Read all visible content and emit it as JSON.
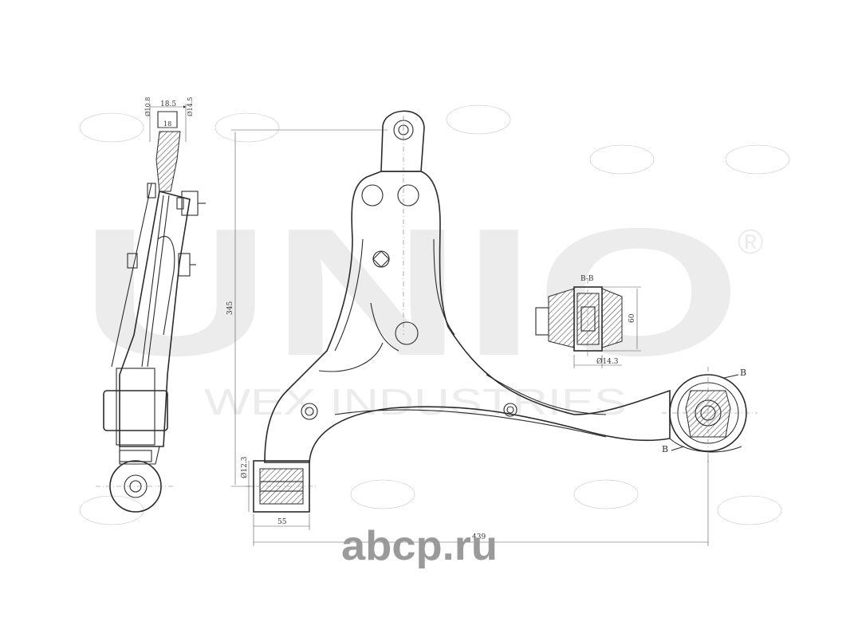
{
  "watermark": {
    "brand": "UNIO",
    "registered": "®",
    "subtitle": "WEX INDUSTRIES"
  },
  "logo": {
    "text": "abcp.ru"
  },
  "dimensions": {
    "side_width": "18.5",
    "side_hole": "Ø10.8",
    "side_od": "Ø14.5",
    "side_small": "18",
    "height": "345",
    "section_label": "B-B",
    "section_height": "60",
    "section_dia": "Ø14.3",
    "bush_dia": "Ø12.3",
    "bush_len": "55",
    "total_len": "439",
    "section_mark_top": "B",
    "section_mark_bottom": "B"
  }
}
